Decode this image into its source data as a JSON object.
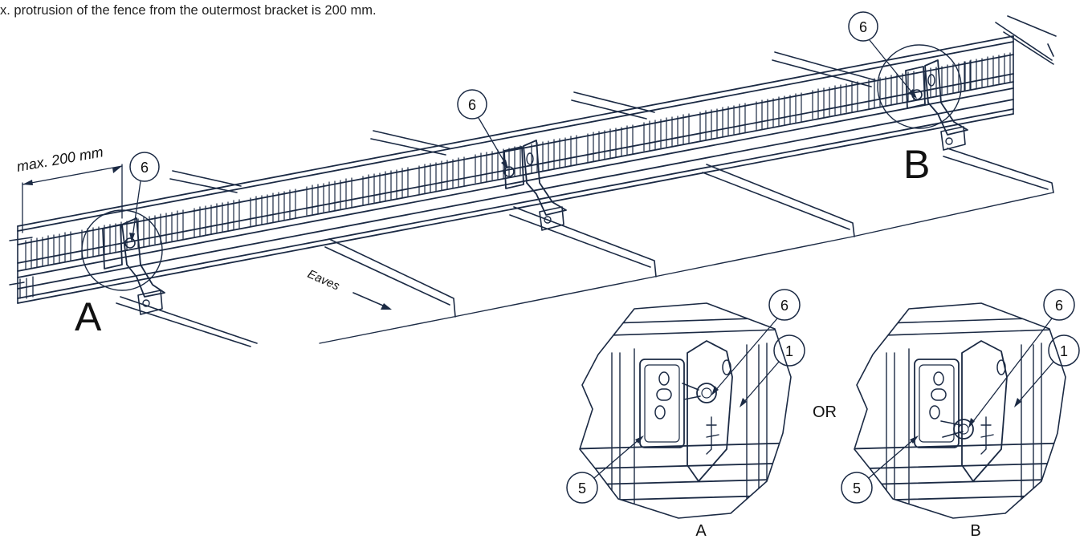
{
  "caption": "x. protrusion of the fence from the outermost bracket is 200 mm.",
  "dimension": {
    "text": "max. 200 mm"
  },
  "eaves": {
    "text": "Eaves"
  },
  "views": {
    "a": "A",
    "b": "B",
    "alternative": "OR"
  },
  "callouts": {
    "fixing_bolt": "6",
    "fence": "1",
    "bracket": "5"
  },
  "colors": {
    "line": "#1b2a44",
    "background": "#ffffff"
  }
}
